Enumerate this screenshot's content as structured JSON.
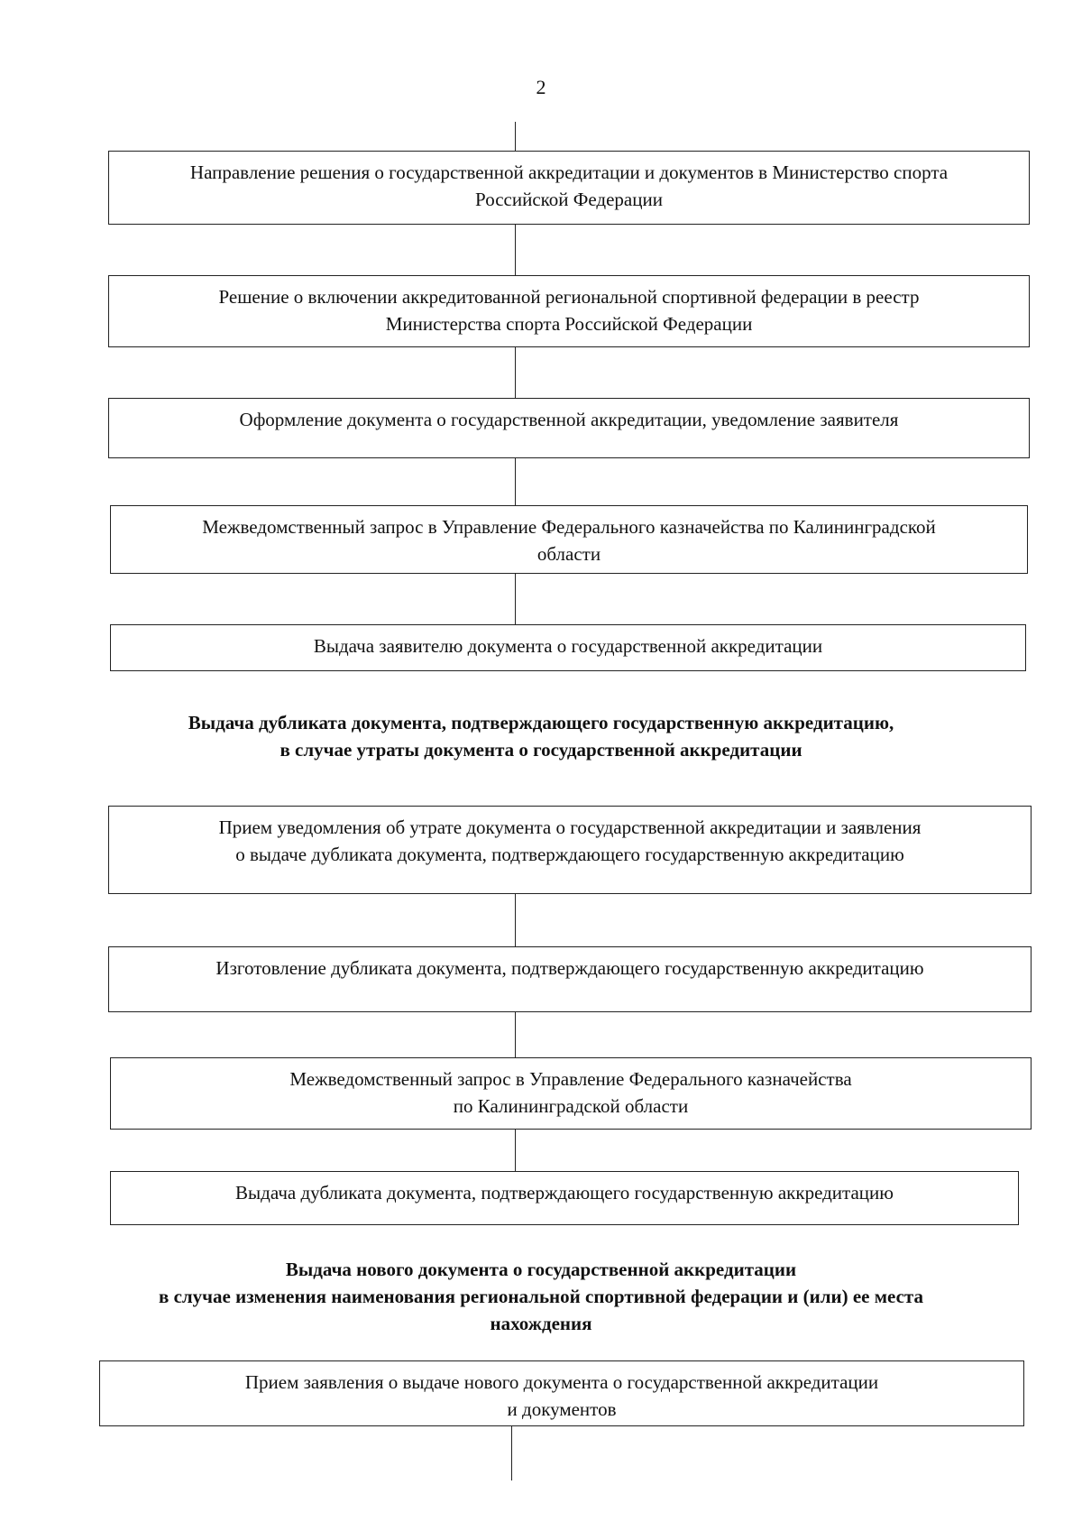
{
  "page_number": "2",
  "section1": {
    "steps": [
      "Направление решения о государственной аккредитации и документов в Министерство спорта\nРоссийской Федерации",
      "Решение о включении аккредитованной региональной спортивной федерации в реестр\nМинистерства спорта Российской Федерации",
      "Оформление документа о государственной аккредитации, уведомление заявителя",
      "Межведомственный запрос в Управление Федерального казначейства по Калининградской\nобласти",
      "Выдача заявителю документа о государственной аккредитации"
    ]
  },
  "section2": {
    "heading": "Выдача дубликата документа, подтверждающего государственную аккредитацию,\nв случае утраты документа о государственной аккредитации",
    "steps": [
      "Прием уведомления об утрате документа о государственной аккредитации и заявления\nо выдаче дубликата документа, подтверждающего государственную аккредитацию",
      "Изготовление дубликата документа, подтверждающего государственную аккредитацию",
      "Межведомственный запрос в Управление Федерального казначейства\nпо Калининградской области",
      "Выдача дубликата документа, подтверждающего государственную аккредитацию"
    ]
  },
  "section3": {
    "heading": "Выдача нового документа о государственной аккредитации\nв случае изменения наименования региональной спортивной федерации и (или) ее места\nнахождения",
    "steps": [
      "Прием заявления о выдаче нового документа о государственной аккредитации\nи документов"
    ]
  }
}
